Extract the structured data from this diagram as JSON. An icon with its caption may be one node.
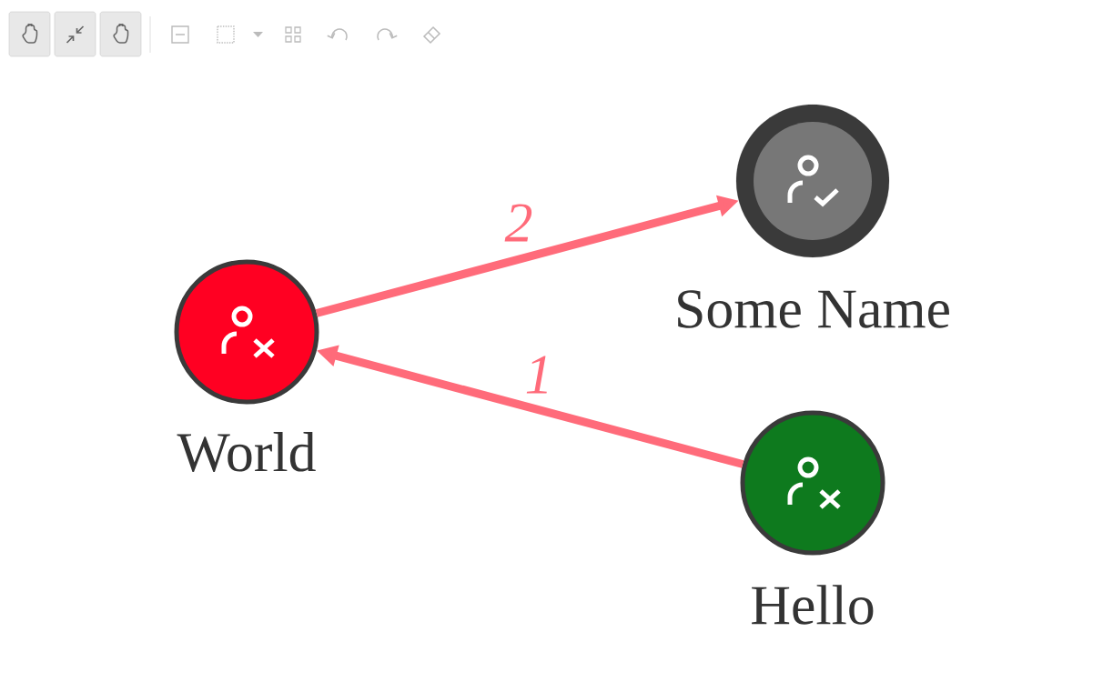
{
  "diagram": {
    "nodes": [
      {
        "text": [
          "Some Name"
        ]
      },
      {
        "text": [
          "World"
        ]
      },
      {
        "text": [
          "Hello"
        ]
      }
    ],
    "edges": [
      {
        "from": 2,
        "to": 1,
        "arrow": "to",
        "label": "1"
      },
      {
        "from": 1,
        "to": 0,
        "arrow": "to",
        "label": "2"
      }
    ]
  }
}
